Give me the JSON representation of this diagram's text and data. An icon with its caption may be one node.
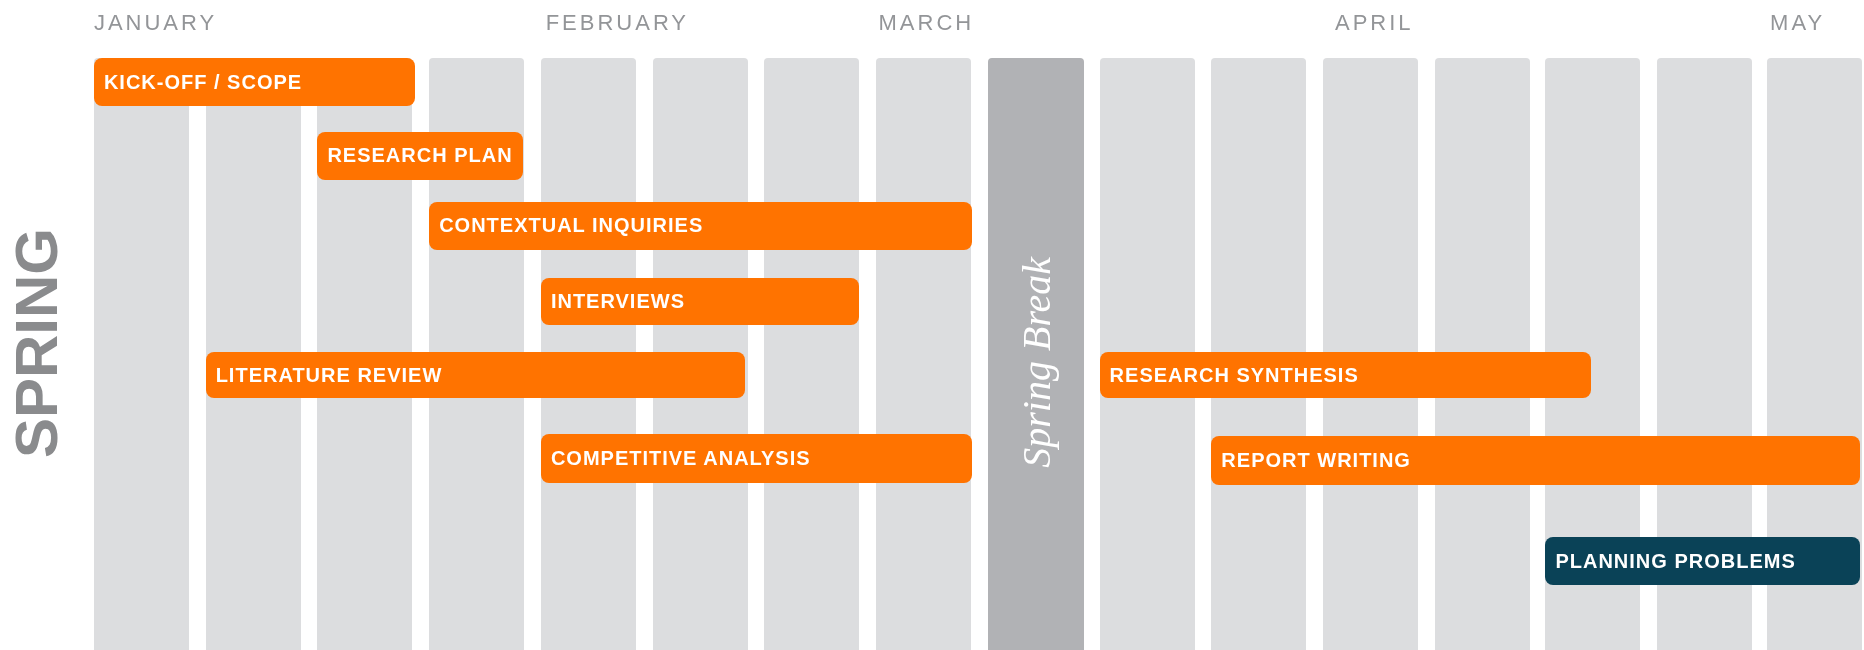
{
  "diagram": {
    "nodes": [
      {
        "text": [
          "KICK-OFF / SCOPE"
        ]
      },
      {
        "text": [
          "Spring Break"
        ]
      },
      {
        "text": [
          "RESEARCH PLAN"
        ]
      },
      {
        "text": [
          "CONTEXTUAL INQUIRIES"
        ]
      },
      {
        "text": [
          "INTERVIEWS"
        ]
      },
      {
        "text": [
          "LITERATURE REVIEW"
        ]
      },
      {
        "text": [
          "RESEARCH SYNTHESIS"
        ]
      },
      {
        "text": [
          "COMPETITIVE ANALYSIS"
        ]
      },
      {
        "text": [
          "REPORT WRITING"
        ]
      },
      {
        "text": [
          "PLANNING PROBLEMS"
        ]
      }
    ],
    "labels": [
      "JANUARY",
      "FEBRUARY",
      "MARCH",
      "APRIL",
      "MAY",
      "SPRING"
    ]
  }
}
